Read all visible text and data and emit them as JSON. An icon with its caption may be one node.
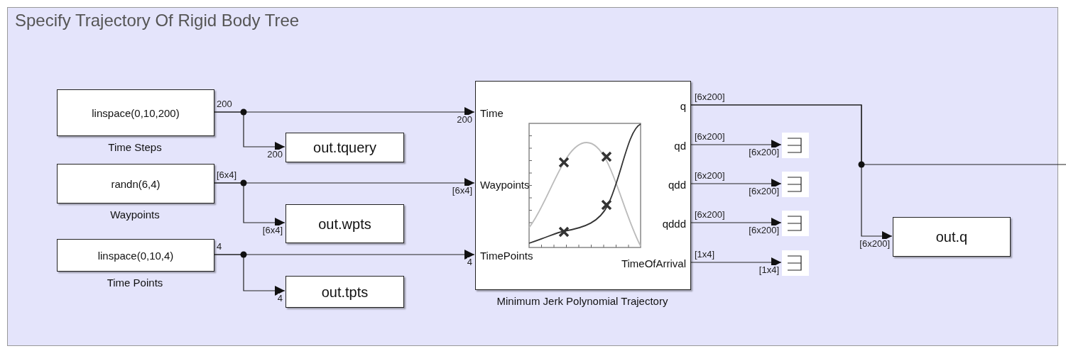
{
  "diagram": {
    "nodes": [
      {
        "text": [
          "Specify Trajectory Of Rigid Body Tree"
        ]
      },
      {
        "text": [
          "linspace(0,10,200)"
        ],
        "beside": [
          "Time Steps"
        ],
        "in": 0
      },
      {
        "text": [
          "randn(6,4)"
        ],
        "beside": [
          "Waypoints"
        ],
        "in": 0
      },
      {
        "text": [
          "linspace(0,10,4)"
        ],
        "beside": [
          "Time Points"
        ],
        "in": 0
      },
      {
        "text": [
          "out.tquery"
        ],
        "in": 0
      },
      {
        "text": [
          "out.wpts"
        ],
        "in": 0
      },
      {
        "text": [
          "out.tpts"
        ],
        "in": 0
      },
      {
        "text": [
          "Time",
          "Waypoints",
          "TimePoints",
          "q",
          "qd",
          "qdd",
          "qddd",
          "TimeOfArrival"
        ],
        "beside": [
          "Minimum Jerk Polynomial Trajectory"
        ],
        "in": 0
      },
      {
        "text": [],
        "shape": "box",
        "in": 0
      },
      {
        "text": [],
        "shape": "box",
        "in": 0
      },
      {
        "text": [],
        "shape": "box",
        "in": 0
      },
      {
        "text": [],
        "shape": "box",
        "in": 0
      },
      {
        "text": [
          "out.q"
        ],
        "in": 0
      }
    ],
    "edges": [
      {
        "from": 1,
        "to": 7,
        "arrow": "to",
        "label": "200"
      },
      {
        "from": 1,
        "to": 4,
        "arrow": "to",
        "label": "200"
      },
      {
        "from": 2,
        "to": 7,
        "arrow": "to",
        "label": "[6x4]"
      },
      {
        "from": 2,
        "to": 5,
        "arrow": "to",
        "label": "[6x4]"
      },
      {
        "from": 3,
        "to": 7,
        "arrow": "to",
        "label": "4"
      },
      {
        "from": 3,
        "to": 6,
        "arrow": "to",
        "label": "4"
      },
      {
        "from": 7,
        "to": 8,
        "arrow": "to",
        "label": "[6x200]"
      },
      {
        "from": 7,
        "to": 9,
        "arrow": "to",
        "label": "[6x200]"
      },
      {
        "from": 7,
        "to": 10,
        "arrow": "to",
        "label": "[6x200]"
      },
      {
        "from": 7,
        "to": 11,
        "arrow": "to",
        "label": "[1x4]"
      },
      {
        "from": 7,
        "to": 12,
        "arrow": "to",
        "label": "[6x200]"
      },
      {
        "from": 7,
        "to": null,
        "arrow": "none"
      }
    ],
    "labels": [
      "200",
      "[6x4]",
      "4",
      "[6x200]",
      "[6x200]",
      "[6x200]",
      "[6x200]",
      "[1x4]"
    ]
  }
}
